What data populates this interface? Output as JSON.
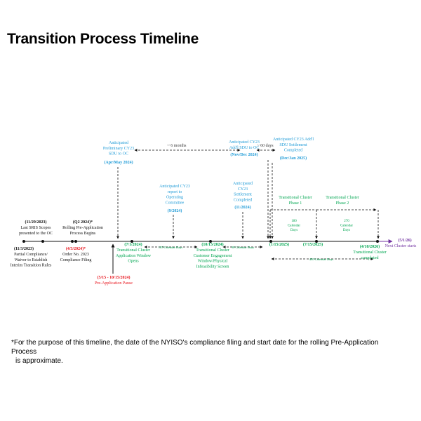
{
  "title": "Transition Process Timeline",
  "colors": {
    "black": "#111111",
    "blue": "#1f9bd7",
    "green": "#00a651",
    "red": "#e8141c",
    "purple": "#7030a0",
    "gray": "#333333"
  },
  "labels": [
    {
      "id": "d-11-29-2023",
      "lines": [
        "(11/29/2023)"
      ],
      "color": "black",
      "bold": true
    },
    {
      "id": "t-11-29-2023",
      "lines": [
        "Last SRIS Scopes",
        "presented to the OC"
      ],
      "color": "black"
    },
    {
      "id": "d-q2-2024",
      "lines": [
        "(Q2 2024)*"
      ],
      "color": "black",
      "bold": true
    },
    {
      "id": "t-q2-2024",
      "lines": [
        "Rolling Pre-Application",
        "Process Begins"
      ],
      "color": "black"
    },
    {
      "id": "d-11-3-2023",
      "lines": [
        "(11/3/2023)"
      ],
      "color": "black",
      "bold": true
    },
    {
      "id": "t-11-3-2023",
      "lines": [
        "Partial Compliance/",
        "Waiver to Establish",
        "Interim Transition Rules"
      ],
      "color": "black"
    },
    {
      "id": "d-4-3-2024",
      "lines": [
        "(4/3/2024)*"
      ],
      "color": "red",
      "bold": true
    },
    {
      "id": "t-4-3-2024",
      "lines": [
        "Order No. 2023",
        "Compliance Filing"
      ],
      "color": "black"
    },
    {
      "id": "d-pause",
      "lines": [
        "(5/15 - 10/15/2024)"
      ],
      "color": "red",
      "bold": true
    },
    {
      "id": "t-pause",
      "lines": [
        "Pre-Application Pause"
      ],
      "color": "red"
    },
    {
      "id": "t-prelim-sdu",
      "lines": [
        "Anticipated",
        "Preliminary CY23",
        "SDU to OC"
      ],
      "color": "blue"
    },
    {
      "id": "d-prelim-sdu",
      "lines": [
        "(Apr/May 2024)"
      ],
      "color": "blue",
      "bold": true
    },
    {
      "id": "t-6-months",
      "lines": [
        "~ 6 months"
      ],
      "color": "gray"
    },
    {
      "id": "t-addl-sdu",
      "lines": [
        "Anticipated CY23",
        "Add'l SDU to OC"
      ],
      "color": "blue"
    },
    {
      "id": "d-addl-sdu",
      "lines": [
        "(Nov/Dec 2024)"
      ],
      "color": "blue",
      "bold": true
    },
    {
      "id": "t-60-days",
      "lines": [
        "~ 60 days"
      ],
      "color": "gray"
    },
    {
      "id": "t-addl-settle",
      "lines": [
        "Anticipated CY23 Add'l",
        "SDU Settlement",
        "Completed"
      ],
      "color": "blue"
    },
    {
      "id": "d-addl-settle",
      "lines": [
        "(Dec/Jan 2025)"
      ],
      "color": "blue",
      "bold": true
    },
    {
      "id": "t-report-oc",
      "lines": [
        "Anticipated CY23",
        "report to",
        "Operating",
        "Committee"
      ],
      "color": "blue"
    },
    {
      "id": "d-report-oc",
      "lines": [
        "(9/2024)"
      ],
      "color": "blue",
      "bold": true
    },
    {
      "id": "t-settle",
      "lines": [
        "Anticipated",
        "CY23",
        "Settlement",
        "Completed"
      ],
      "color": "blue"
    },
    {
      "id": "d-settle",
      "lines": [
        "(11/2024)"
      ],
      "color": "blue",
      "bold": true
    },
    {
      "id": "t-phase1",
      "lines": [
        "Transitional Cluster",
        "Phase 1"
      ],
      "color": "green"
    },
    {
      "id": "t-phase2",
      "lines": [
        "Transitional Cluster",
        "Phase 2"
      ],
      "color": "green"
    },
    {
      "id": "t-180-days",
      "lines": [
        "180",
        "Calendar",
        "Days"
      ],
      "color": "green"
    },
    {
      "id": "t-270-days",
      "lines": [
        "270",
        "Calendar",
        "Days"
      ],
      "color": "green"
    },
    {
      "id": "d-7-1-2024",
      "lines": [
        "(7/1/2024)"
      ],
      "color": "green",
      "bold": true
    },
    {
      "id": "t-7-1-2024",
      "lines": [
        "Transitional Cluster",
        "Application Window",
        "Opens"
      ],
      "color": "green"
    },
    {
      "id": "t-105-days",
      "lines": [
        "105 Calendar Days"
      ],
      "color": "green"
    },
    {
      "id": "d-10-15-2024",
      "lines": [
        "(10/15/2024)"
      ],
      "color": "green",
      "bold": true
    },
    {
      "id": "t-10-15-2024",
      "lines": [
        "Transitional Cluster",
        "Customer Engagement",
        "Window/Physical",
        "Infeasibility Screen"
      ],
      "color": "green"
    },
    {
      "id": "t-90-days",
      "lines": [
        "90 Calendar Days"
      ],
      "color": "green"
    },
    {
      "id": "d-1-15-2025",
      "lines": [
        "(1/15/2025)"
      ],
      "color": "green",
      "bold": true
    },
    {
      "id": "d-7-15-2025",
      "lines": [
        "(7/15/2025)"
      ],
      "color": "green",
      "bold": true
    },
    {
      "id": "t-450-days",
      "lines": [
        "450 Calendar Days"
      ],
      "color": "green"
    },
    {
      "id": "d-4-10-2026",
      "lines": [
        "(4/10/2026)"
      ],
      "color": "green",
      "bold": true
    },
    {
      "id": "t-4-10-2026",
      "lines": [
        "Transitional Cluster",
        "completed"
      ],
      "color": "green"
    },
    {
      "id": "d-5-1-26",
      "lines": [
        "(5/1/26)"
      ],
      "color": "purple",
      "bold": true
    },
    {
      "id": "t-5-1-26",
      "lines": [
        "Next Cluster starts"
      ],
      "color": "purple"
    }
  ],
  "footnote": {
    "line1": "*For the purpose of this timeline, the date of the NYISO's compliance filing and start date for the rolling Pre-Application Process",
    "line2": "is approximate."
  }
}
